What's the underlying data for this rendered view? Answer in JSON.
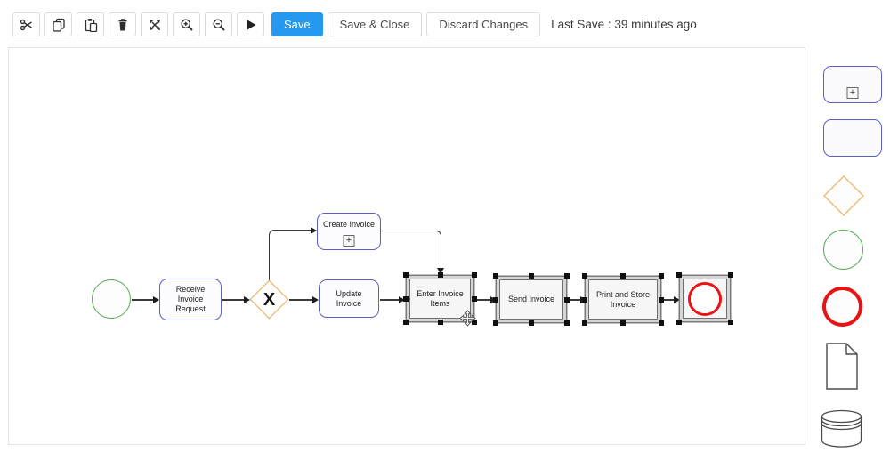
{
  "toolbar": {
    "icon_buttons": [
      {
        "name": "cut"
      },
      {
        "name": "copy"
      },
      {
        "name": "paste"
      },
      {
        "name": "delete"
      },
      {
        "name": "fit-screen"
      },
      {
        "name": "zoom-in"
      },
      {
        "name": "zoom-out"
      },
      {
        "name": "play"
      }
    ],
    "save_label": "Save",
    "save_and_close_label": "Save & Close",
    "discard_changes_label": "Discard Changes",
    "last_save_text": "Last Save : 39 minutes ago"
  },
  "colors": {
    "accent_blue": "#2499EF",
    "task_border_blue": "#5B5FC7",
    "gateway_orange": "#F0A243",
    "start_event_green": "#55A855",
    "end_event_red": "#E81313"
  },
  "diagram": {
    "gateway_symbol": "X",
    "subprocess_marker": "+",
    "nodes": [
      {
        "id": "start-event",
        "type": "start-event",
        "label": ""
      },
      {
        "id": "receive-invoice-request",
        "type": "task",
        "label": "Receive Invoice Request"
      },
      {
        "id": "exclusive-gateway",
        "type": "gateway",
        "label": "X"
      },
      {
        "id": "create-invoice",
        "type": "subprocess",
        "label": "Create Invoice"
      },
      {
        "id": "update-invoice",
        "type": "task",
        "label": "Update Invoice"
      },
      {
        "id": "enter-invoice-items",
        "type": "task",
        "label": "Enter Invoice Items",
        "selected": true
      },
      {
        "id": "send-invoice",
        "type": "task",
        "label": "Send Invoice",
        "selected": true
      },
      {
        "id": "print-and-store-invoice",
        "type": "task",
        "label": "Print and Store Invoice",
        "selected": true
      },
      {
        "id": "end-event",
        "type": "end-event",
        "label": "",
        "selected": true
      }
    ]
  },
  "palette": {
    "items": [
      {
        "name": "subprocess"
      },
      {
        "name": "task"
      },
      {
        "name": "gateway"
      },
      {
        "name": "start-event"
      },
      {
        "name": "end-event"
      },
      {
        "name": "document"
      },
      {
        "name": "datastore"
      }
    ]
  }
}
